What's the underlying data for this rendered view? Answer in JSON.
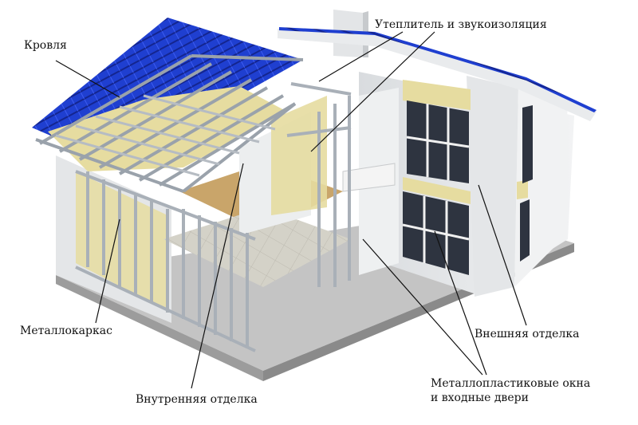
{
  "labels": {
    "roof": "Кровля",
    "insulation": "Утеплитель и звукоизоляция",
    "frame": "Металлокаркас",
    "interior": "Внутренняя отделка",
    "exterior": "Внешняя отделка",
    "windows_line1": "Металлопластиковые окна",
    "windows_line2": "и входные двери"
  },
  "colors": {
    "roof_tile": "#1f3fd0",
    "roof_tile_dark": "#14258f",
    "insulation": "#e6dca0",
    "frame_steel": "#a9b0b8",
    "wall": "#e8eaec",
    "floor_slab": "#c9c9c9",
    "wood_floor": "#c9a56a",
    "window_glass": "#2e3440"
  }
}
